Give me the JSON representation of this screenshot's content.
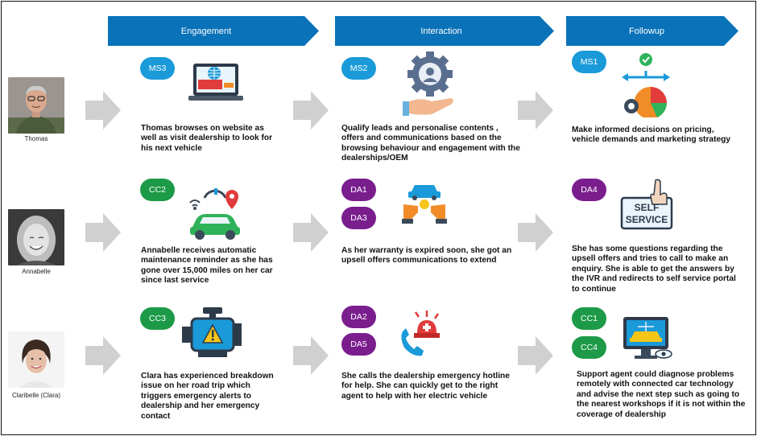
{
  "stages": [
    {
      "label": "Engagement"
    },
    {
      "label": "Interaction"
    },
    {
      "label": "Followup"
    }
  ],
  "personas": [
    {
      "name": "Thomas",
      "cells": [
        {
          "badges": [
            "MS3"
          ],
          "icon": "website-laptop-icon",
          "text": "Thomas browses on website as well as visit dealership to look for his next vehicle"
        },
        {
          "badges": [
            "MS2"
          ],
          "icon": "personalise-gear-hand-icon",
          "text": "Qualify leads and personalise contents , offers and communications based on the browsing behaviour and engagement with the dealerships/OEM"
        },
        {
          "badges": [
            "MS1"
          ],
          "icon": "decision-analytics-icon",
          "text": "Make informed decisions on pricing, vehicle demands and marketing strategy"
        }
      ]
    },
    {
      "name": "Annabelle",
      "cells": [
        {
          "badges": [
            "CC2"
          ],
          "icon": "connected-car-icon",
          "text": "Annabelle receives automatic maintenance reminder as she has gone over 15,000 miles on her car since last service"
        },
        {
          "badges": [
            "DA1",
            "DA3"
          ],
          "icon": "car-offer-hands-icon",
          "text": "As her warranty is expired soon, she got an upsell offers communications to extend"
        },
        {
          "badges": [
            "DA4"
          ],
          "icon": "self-service-icon",
          "text": "She has some questions regarding the upsell offers and tries to call to make an enquiry. She is able to get the answers by the IVR and redirects to self service portal to continue"
        }
      ]
    },
    {
      "name": "Claribelle (Clara)",
      "cells": [
        {
          "badges": [
            "CC3"
          ],
          "icon": "engine-warning-icon",
          "text": "Clara has experienced breakdown issue on her road trip which triggers emergency alerts to dealership and her emergency contact"
        },
        {
          "badges": [
            "DA2",
            "DA5"
          ],
          "icon": "emergency-call-icon",
          "text": "She calls the dealership emergency hotline for help. She can quickly get to the right agent to help with her electric vehicle"
        },
        {
          "badges": [
            "CC1",
            "CC4"
          ],
          "icon": "remote-diagnosis-monitor-icon",
          "text": "Support agent could diagnose problems remotely with connected car technology and advise the next step such as going to the nearest workshops if it is not within the coverage of dealership"
        }
      ]
    }
  ],
  "colors": {
    "stage_blue": "#0a72b8",
    "ms_badge": "#1a9ad9",
    "cc_badge": "#1d9a47",
    "da_badge": "#7a1e8e",
    "arrow_grey": "#d0d0d0"
  }
}
